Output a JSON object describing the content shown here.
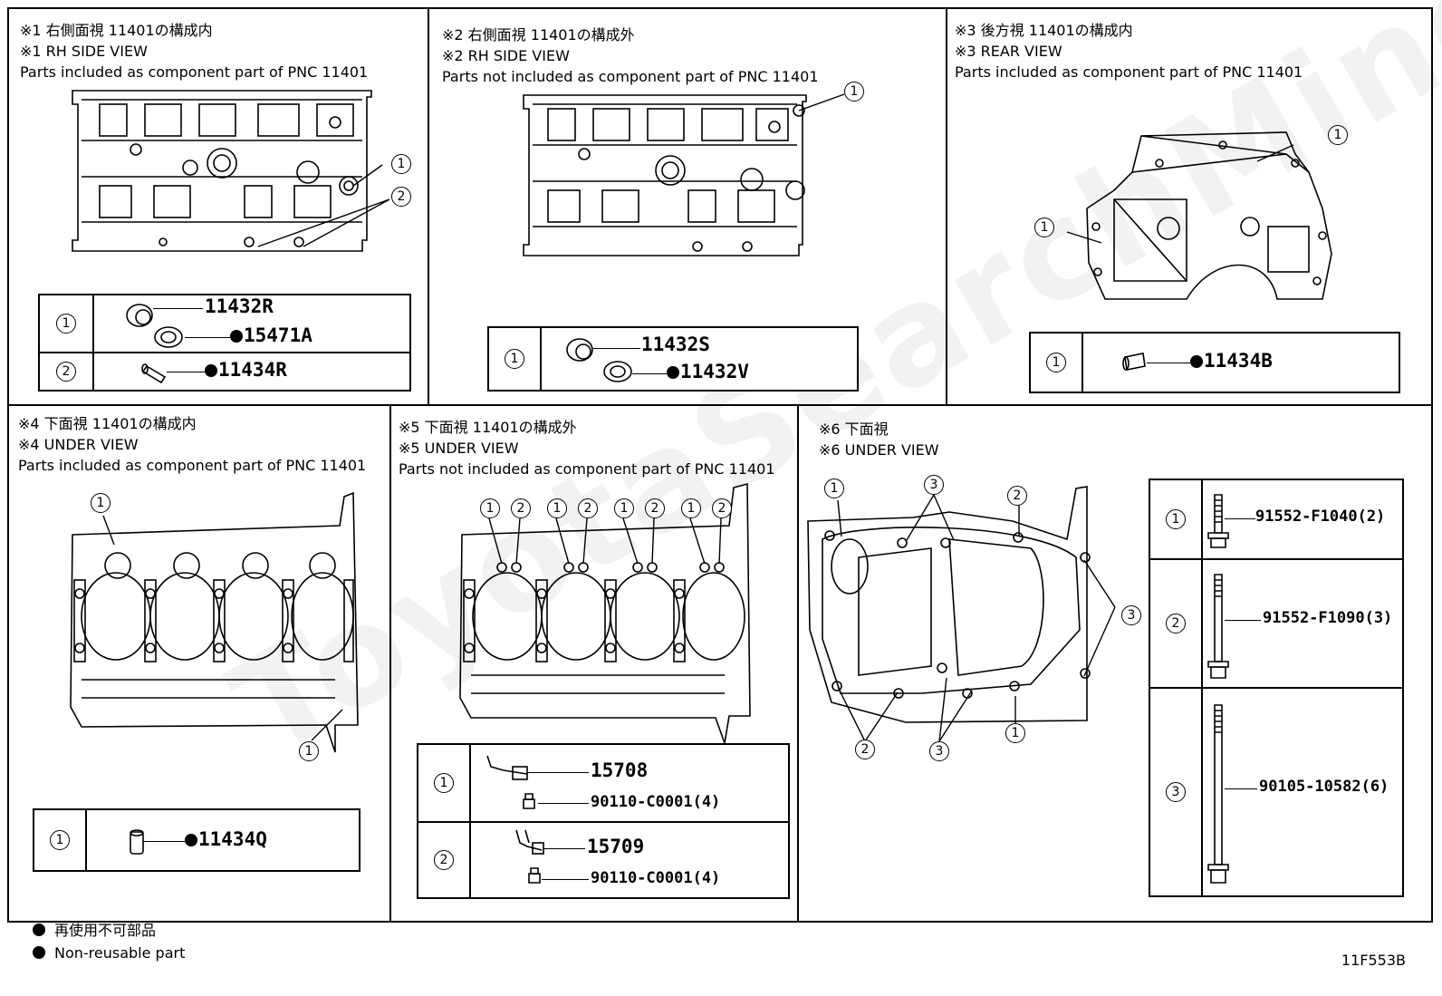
{
  "watermark": "ToyotaSearchMine.ru",
  "panels": [
    {
      "id": 1,
      "heading_jp": "※1 右側面視 11401の構成内",
      "heading_en": "※1 RH SIDE VIEW",
      "note": "Parts included as component part of PNC 11401",
      "callouts": [
        "1",
        "2"
      ],
      "parts": [
        {
          "index": "1",
          "items": [
            {
              "part_no": "11432R",
              "non_reusable": false
            },
            {
              "part_no": "15471A",
              "non_reusable": true
            }
          ]
        },
        {
          "index": "2",
          "items": [
            {
              "part_no": "11434R",
              "non_reusable": true
            }
          ]
        }
      ]
    },
    {
      "id": 2,
      "heading_jp": "※2 右側面視 11401の構成外",
      "heading_en": "※2 RH SIDE VIEW",
      "note": "Parts not included as component part of PNC 11401",
      "callouts": [
        "1"
      ],
      "parts": [
        {
          "index": "1",
          "items": [
            {
              "part_no": "11432S",
              "non_reusable": false
            },
            {
              "part_no": "11432V",
              "non_reusable": true
            }
          ]
        }
      ]
    },
    {
      "id": 3,
      "heading_jp": "※3 後方視 11401の構成内",
      "heading_en": "※3 REAR VIEW",
      "note": "Parts included as component part of PNC 11401",
      "callouts": [
        "1",
        "1"
      ],
      "parts": [
        {
          "index": "1",
          "items": [
            {
              "part_no": "11434B",
              "non_reusable": true
            }
          ]
        }
      ]
    },
    {
      "id": 4,
      "heading_jp": "※4 下面視 11401の構成内",
      "heading_en": "※4 UNDER VIEW",
      "note": "Parts included as component part of PNC 11401",
      "callouts": [
        "1",
        "1"
      ],
      "parts": [
        {
          "index": "1",
          "items": [
            {
              "part_no": "11434Q",
              "non_reusable": true
            }
          ]
        }
      ]
    },
    {
      "id": 5,
      "heading_jp": "※5 下面視 11401の構成外",
      "heading_en": "※5 UNDER VIEW",
      "note": "Parts not included as component part of PNC 11401",
      "callouts": [
        "1",
        "2",
        "1",
        "2",
        "1",
        "2",
        "1",
        "2"
      ],
      "parts": [
        {
          "index": "1",
          "items": [
            {
              "part_no": "15708",
              "non_reusable": false
            },
            {
              "part_no": "90110-C0001(4)",
              "non_reusable": false
            }
          ]
        },
        {
          "index": "2",
          "items": [
            {
              "part_no": "15709",
              "non_reusable": false
            },
            {
              "part_no": "90110-C0001(4)",
              "non_reusable": false
            }
          ]
        }
      ]
    },
    {
      "id": 6,
      "heading_jp": "※6 下面視",
      "heading_en": "※6 UNDER VIEW",
      "note": "",
      "callouts": [
        "1",
        "3",
        "2",
        "3",
        "2",
        "3",
        "1"
      ],
      "parts": [
        {
          "index": "1",
          "items": [
            {
              "part_no": "91552-F1040(2)",
              "non_reusable": false
            }
          ]
        },
        {
          "index": "2",
          "items": [
            {
              "part_no": "91552-F1090(3)",
              "non_reusable": false
            }
          ]
        },
        {
          "index": "3",
          "items": [
            {
              "part_no": "90105-10582(6)",
              "non_reusable": false
            }
          ]
        }
      ]
    }
  ],
  "legend": [
    {
      "text": "再使用不可部品"
    },
    {
      "text": "Non-reusable part"
    }
  ],
  "figure_code": "11F553B"
}
